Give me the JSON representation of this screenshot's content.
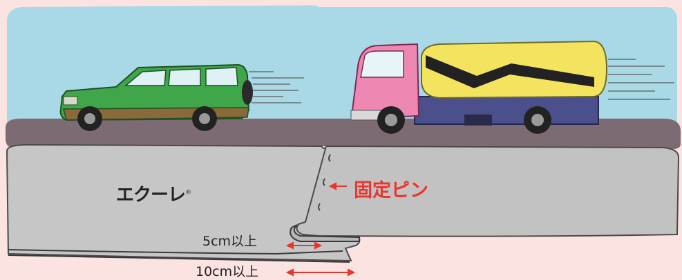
{
  "labels": {
    "brand": "エクーレ",
    "registered": "®",
    "fixing_pin": "固定ピン",
    "overlap_5cm": "5cm以上",
    "overlap_10cm": "10cm以上"
  },
  "colors": {
    "sky": "#a9d9e6",
    "road": "#7c6b72",
    "sheet": "#c6c6c6",
    "accent_red": "#e8362e",
    "car_body": "#3fa64a",
    "truck_cab": "#ee88b2",
    "tank": "#f3e35f",
    "chassis": "#4b4f8c"
  }
}
